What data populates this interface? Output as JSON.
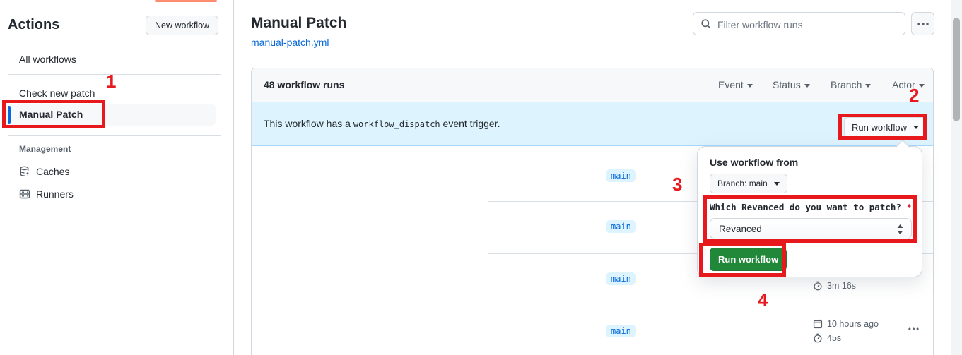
{
  "colors": {
    "annotation_red": "#e8191d",
    "link_blue": "#0969da",
    "banner_blue": "#ddf4ff",
    "primary_green": "#218739",
    "tab_indicator_orange": "#fd8c73"
  },
  "icons": {
    "search": "search-icon",
    "kebab": "kebab-horizontal-icon",
    "cache": "cache-database-icon",
    "runners": "server-icon",
    "calendar": "calendar-icon",
    "stopwatch": "stopwatch-icon",
    "caret": "triangle-down-icon",
    "select_arrows": "chevron-up-down-icon"
  },
  "sidebar": {
    "title": "Actions",
    "new_workflow_button": "New workflow",
    "items": [
      {
        "label": "All workflows"
      },
      {
        "label": "Check new patch"
      },
      {
        "label": "Manual Patch",
        "selected": true
      }
    ],
    "management_label": "Management",
    "management_items": [
      {
        "label": "Caches"
      },
      {
        "label": "Runners"
      }
    ]
  },
  "header": {
    "title": "Manual Patch",
    "workflow_file": "manual-patch.yml",
    "search_placeholder": "Filter workflow runs"
  },
  "runs_panel": {
    "count_label": "48 workflow runs",
    "filters": [
      {
        "label": "Event"
      },
      {
        "label": "Status"
      },
      {
        "label": "Branch"
      },
      {
        "label": "Actor"
      }
    ],
    "banner": {
      "text_before": "This workflow has a ",
      "code": "workflow_dispatch",
      "text_after": " event trigger.",
      "run_workflow_button": "Run workflow"
    },
    "rows": [
      {
        "branch": "main"
      },
      {
        "branch": "main"
      },
      {
        "branch": "main",
        "duration": "3m 16s"
      },
      {
        "branch": "main",
        "started": "10 hours ago",
        "duration": "45s"
      }
    ]
  },
  "run_dropdown": {
    "heading": "Use workflow from",
    "branch_selector": "Branch: main",
    "input_label": "Which Revanced do you want to patch?",
    "required_mark": "*",
    "input_value": "Revanced",
    "submit_button": "Run workflow"
  },
  "annotations": {
    "steps": [
      "1",
      "2",
      "3",
      "4"
    ]
  }
}
